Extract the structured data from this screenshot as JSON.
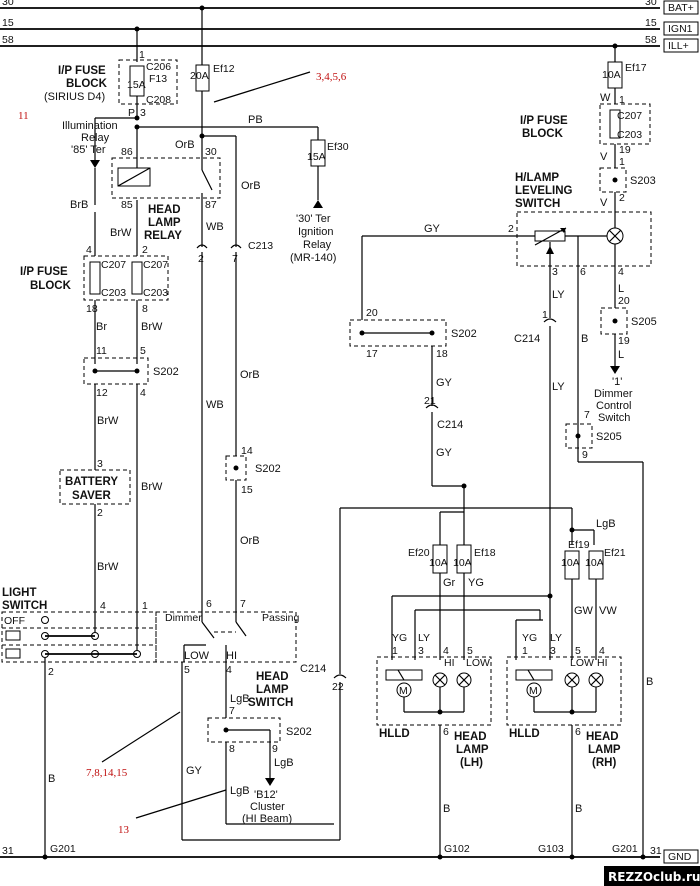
{
  "rails": {
    "bat": {
      "num": "30",
      "tag": "BAT+"
    },
    "ign": {
      "num": "15",
      "tag": "IGN1"
    },
    "ill": {
      "num": "58",
      "tag": "ILL+"
    },
    "gnd": {
      "num": "31",
      "tag": "GND"
    }
  },
  "ipfuse_top": {
    "title1": "I/P FUSE",
    "title2": "BLOCK",
    "sub": "(SIRIUS D4)",
    "c1": "C206",
    "c2": "C208",
    "fuse": "F13",
    "rating": "15A",
    "pin_top": "1",
    "pin_bot": "3",
    "wire": "P"
  },
  "ef12": {
    "name": "Ef12",
    "rating": "20A"
  },
  "ef17": {
    "name": "Ef17",
    "rating": "10A",
    "wire": "W",
    "pin": "1"
  },
  "ef30": {
    "name": "Ef30",
    "rating": "15A",
    "wire": "PB",
    "t1": "'30' Ter",
    "t2": "Ignition",
    "t3": "Relay",
    "t4": "(MR-140)"
  },
  "illum": {
    "l1": "Illumination",
    "l2": "Relay",
    "l3": "'85' Ter"
  },
  "relay": {
    "t1": "HEAD",
    "t2": "LAMP",
    "t3": "RELAY",
    "p86": "86",
    "p30": "30",
    "p85": "85",
    "p87": "87",
    "w_orb": "OrB"
  },
  "c213": {
    "name": "C213",
    "p2": "2",
    "p7": "7"
  },
  "ipfuse_mid": {
    "title1": "I/P FUSE",
    "title2": "BLOCK",
    "c207a": "C207",
    "c207b": "C207",
    "c203a": "C203",
    "c203b": "C203",
    "p4": "4",
    "p2": "2",
    "p18": "18",
    "p8": "8"
  },
  "ipfuse_right": {
    "title1": "I/P FUSE",
    "title2": "BLOCK",
    "c207": "C207",
    "c203": "C203",
    "p1": "1",
    "p19": "19",
    "w": "V"
  },
  "s203": {
    "name": "S203",
    "p1": "1",
    "p2": "2",
    "w": "V"
  },
  "hlls": {
    "t1": "H/LAMP",
    "t2": "LEVELING",
    "t3": "SWITCH",
    "p2": "2",
    "p3": "3",
    "p6": "6",
    "p4": "4"
  },
  "s205": {
    "name": "S205",
    "p20": "20",
    "p19": "19",
    "p7": "7",
    "p9": "9",
    "w": "L"
  },
  "dimmer_ctrl": {
    "t1": "'1'",
    "t2": "Dimmer",
    "t3": "Control",
    "t4": "Switch"
  },
  "s202_top": {
    "name": "S202",
    "p20": "20",
    "p17": "17",
    "p18": "18"
  },
  "s202_left": {
    "name": "S202",
    "p11": "11",
    "p5": "5",
    "p12": "12",
    "p4": "4"
  },
  "s202_mid": {
    "name": "S202",
    "p14": "14",
    "p15": "15"
  },
  "s202_bot": {
    "name": "S202",
    "p7": "7",
    "p8": "8",
    "p9": "9"
  },
  "c214": {
    "a": "C214",
    "b": "C214",
    "c": "C214",
    "p1": "1",
    "p21": "21",
    "p22": "22"
  },
  "battery_saver": {
    "t1": "BATTERY",
    "t2": "SAVER",
    "p3": "3",
    "p2": "2"
  },
  "light_switch": {
    "t1": "LIGHT",
    "t2": "SWITCH",
    "off": "OFF",
    "p4": "4",
    "p1": "1",
    "p2": "2"
  },
  "hl_switch": {
    "t1": "HEAD",
    "t2": "LAMP",
    "t3": "SWITCH",
    "dimmer": "Dimmer",
    "passing": "Passing",
    "low": "LOW",
    "hi": "HI",
    "p6": "6",
    "p7": "7",
    "p5": "5",
    "p4": "4"
  },
  "wires": {
    "gy": "GY",
    "ly": "LY",
    "b": "B",
    "brb": "BrB",
    "brw": "BrW",
    "br": "Br",
    "wb": "WB",
    "orb": "OrB",
    "lgb": "LgB",
    "gr": "Gr",
    "yg": "YG",
    "gw": "GW",
    "vw": "VW",
    "v": "V"
  },
  "ef20": {
    "name": "Ef20",
    "rating": "10A"
  },
  "ef18": {
    "name": "Ef18",
    "rating": "10A"
  },
  "ef19": {
    "name": "Ef19",
    "rating": "10A"
  },
  "ef21": {
    "name": "Ef21",
    "rating": "10A"
  },
  "lamp_lh": {
    "t1": "HEAD",
    "t2": "LAMP",
    "t3": "(LH)",
    "hlld": "HLLD",
    "yg": "YG",
    "ly": "LY",
    "p1": "1",
    "p3": "3",
    "p4": "4",
    "p5": "5",
    "p6": "6",
    "hi": "HI",
    "low": "LOW"
  },
  "lamp_rh": {
    "t1": "HEAD",
    "t2": "LAMP",
    "t3": "(RH)",
    "hlld": "HLLD",
    "yg": "YG",
    "ly": "LY",
    "p1": "1",
    "p3": "3",
    "p5": "5",
    "p4": "4",
    "p6": "6",
    "hi": "HI",
    "low": "LOW"
  },
  "cluster": {
    "t1": "'B12'",
    "t2": "Cluster",
    "t3": "(HI Beam)"
  },
  "grounds": {
    "g201a": "G201",
    "g102": "G102",
    "g103": "G103",
    "g201b": "G201"
  },
  "refs": {
    "r3456": "3,4,5,6",
    "r11": "11",
    "r781415": "7,8,14,15",
    "r13": "13"
  },
  "watermark": "REZZOclub.ru"
}
